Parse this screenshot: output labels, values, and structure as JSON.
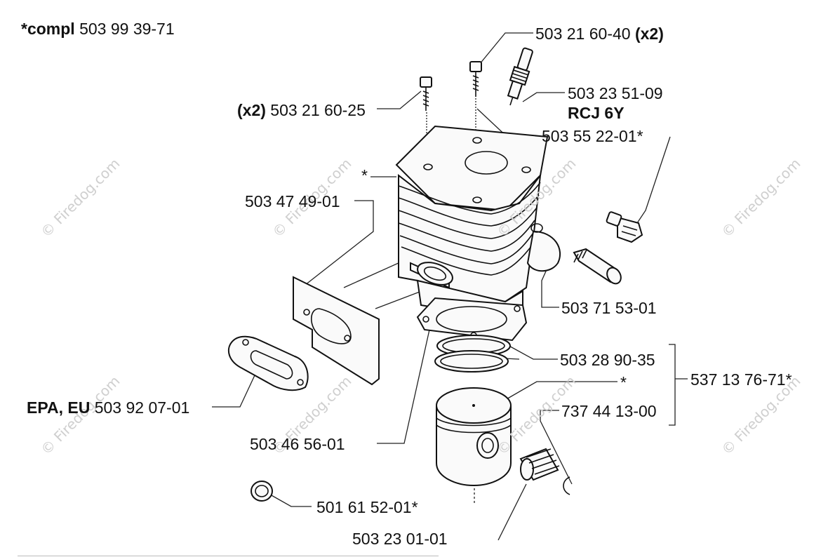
{
  "header": {
    "compl_prefix": "*compl",
    "compl_number": "503 99 39-71"
  },
  "watermark": {
    "text": "© Firedog.com"
  },
  "callouts": {
    "screw_top": {
      "number": "503 21 60-40",
      "qty": "(x2)"
    },
    "screw_left": {
      "qty": "(x2)",
      "number": "503 21 60-25"
    },
    "spark_plug": {
      "number": "503 23 51-09",
      "type": "RCJ 6Y"
    },
    "valve": {
      "number": "503 55 22-01*"
    },
    "cylinder_star": {
      "text": "*"
    },
    "heat_shield": {
      "number": "503 47 49-01"
    },
    "decomp": {
      "number": "503 71 53-01"
    },
    "rings": {
      "number": "503 28 90-35"
    },
    "kit": {
      "number": "537 13 76-71*"
    },
    "piston_star": {
      "text": "*"
    },
    "circlip": {
      "number": "737 44 13-00"
    },
    "muffler_gasket": {
      "prefix": "EPA, EU",
      "number": "503 92 07-01"
    },
    "base_gasket": {
      "number": "503 46 56-01"
    },
    "plug": {
      "number": "501 61 52-01*"
    },
    "bearing": {
      "number": "503 23 01-01"
    }
  }
}
